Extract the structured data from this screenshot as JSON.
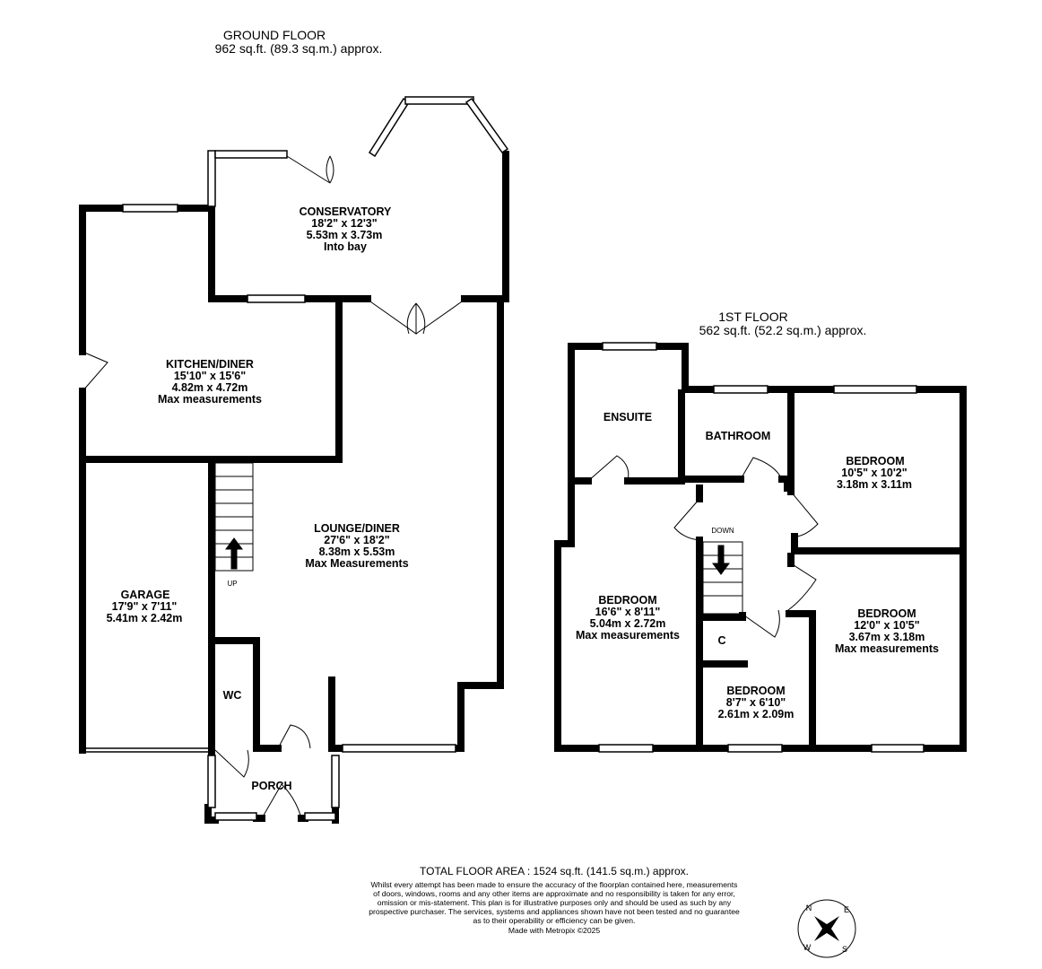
{
  "ground_floor": {
    "title": "GROUND FLOOR",
    "area": "962 sq.ft. (89.3 sq.m.) approx.",
    "rooms": {
      "conservatory": {
        "name": "CONSERVATORY",
        "imperial": "18'2\"  x 12'3\"",
        "metric": "5.53m  x 3.73m",
        "note": "Into bay"
      },
      "kitchen": {
        "name": "KITCHEN/DINER",
        "imperial": "15'10\"  x 15'6\"",
        "metric": "4.82m  x 4.72m",
        "note": "Max measurements"
      },
      "lounge": {
        "name": "LOUNGE/DINER",
        "imperial": "27'6\"  x 18'2\"",
        "metric": "8.38m  x 5.53m",
        "note": "Max Measurements"
      },
      "garage": {
        "name": "GARAGE",
        "imperial": "17'9\"  x 7'11\"",
        "metric": "5.41m  x 2.42m"
      },
      "wc": {
        "name": "WC"
      },
      "porch": {
        "name": "PORCH"
      }
    },
    "stairs_label": "UP"
  },
  "first_floor": {
    "title": "1ST FLOOR",
    "area": "562 sq.ft. (52.2 sq.m.) approx.",
    "rooms": {
      "ensuite": {
        "name": "ENSUITE"
      },
      "bathroom": {
        "name": "BATHROOM"
      },
      "bedroom_tr": {
        "name": "BEDROOM",
        "imperial": "10'5\"  x 10'2\"",
        "metric": "3.18m  x 3.11m"
      },
      "bedroom_left": {
        "name": "BEDROOM",
        "imperial": "16'6\"  x 8'11\"",
        "metric": "5.04m  x 2.72m",
        "note": "Max measurements"
      },
      "bedroom_right": {
        "name": "BEDROOM",
        "imperial": "12'0\"  x 10'5\"",
        "metric": "3.67m  x 3.18m",
        "note": "Max measurements"
      },
      "bedroom_small": {
        "name": "BEDROOM",
        "imperial": "8'7\"  x 6'10\"",
        "metric": "2.61m  x 2.09m"
      },
      "cupboard": {
        "name": "C"
      }
    },
    "stairs_label": "DOWN"
  },
  "footer": {
    "total": "TOTAL FLOOR AREA : 1524 sq.ft. (141.5 sq.m.) approx.",
    "disclaimer": [
      "Whilst every attempt has been made to ensure the accuracy of the floorplan contained here, measurements",
      "of doors, windows, rooms and any other items are approximate and no responsibility is taken for any error,",
      "omission or mis-statement. This plan is for illustrative purposes only and should be used as such by any",
      "prospective purchaser. The services, systems and appliances shown have not been tested and no guarantee",
      "as to their operability or efficiency can be given.",
      "Made with Metropix ©2025"
    ]
  },
  "compass": {
    "n": "N",
    "e": "E",
    "s": "S",
    "w": "W"
  }
}
